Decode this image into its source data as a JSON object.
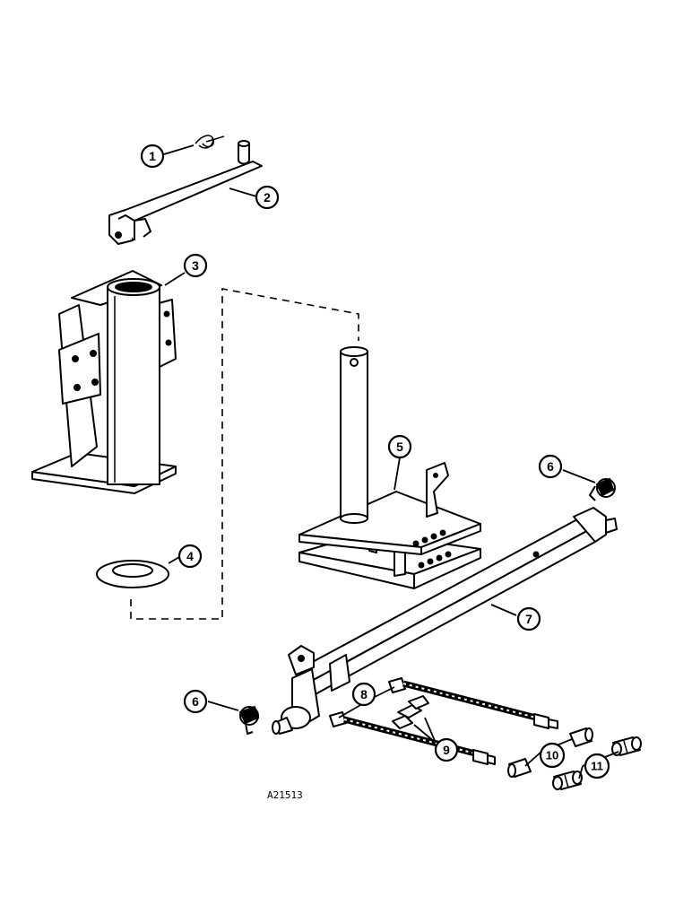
{
  "callouts": [
    {
      "id": "c1",
      "label": "1"
    },
    {
      "id": "c2",
      "label": "2"
    },
    {
      "id": "c3",
      "label": "3"
    },
    {
      "id": "c4",
      "label": "4"
    },
    {
      "id": "c5",
      "label": "5"
    },
    {
      "id": "c6a",
      "label": "6"
    },
    {
      "id": "c6b",
      "label": "6"
    },
    {
      "id": "c7",
      "label": "7"
    },
    {
      "id": "c8",
      "label": "8"
    },
    {
      "id": "c9",
      "label": "9"
    },
    {
      "id": "c10",
      "label": "10"
    },
    {
      "id": "c11",
      "label": "11"
    }
  ],
  "reference_code": "A21513"
}
